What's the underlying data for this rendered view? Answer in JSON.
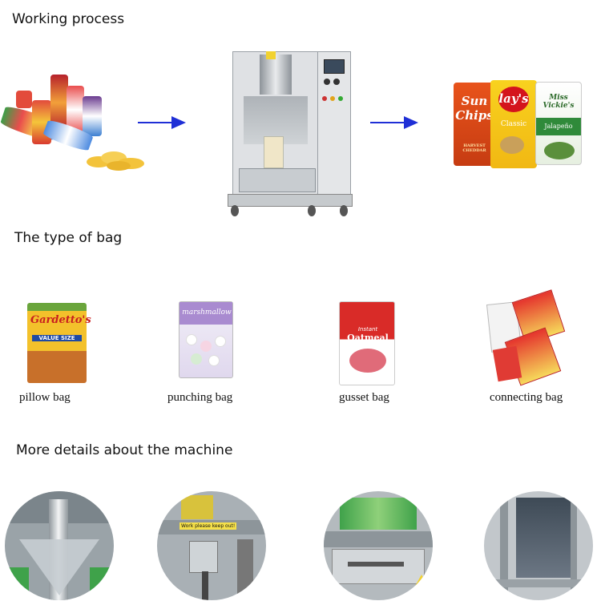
{
  "sections": {
    "working_process": "Working process",
    "bag_types_title": "The type of bag",
    "details_title": "More details about the machine"
  },
  "output_bags": {
    "bag1": "Sun Chips",
    "bag1_sub": "HARVEST CHEDDAR",
    "bag2": "lay's",
    "bag2_sub": "Classic",
    "bag3": "Miss Vickie's",
    "bag3_sub": "Jalapeño"
  },
  "bag_types": [
    {
      "label": "pillow bag"
    },
    {
      "label": "punching bag"
    },
    {
      "label": "gusset bag"
    },
    {
      "label": "connecting bag"
    }
  ],
  "bag_pictures": {
    "pillow_brand": "Gardetto's",
    "pillow_sub": "VALUE SIZE",
    "punching_brand": "marshmallow",
    "gusset_brand": "Oatmeal",
    "gusset_sub": "Instant"
  },
  "detail_labels": {
    "warning": "Work please keep out!"
  },
  "colors": {
    "arrow": "#1f2fd6",
    "machine_steel": "#d7d9dc"
  }
}
